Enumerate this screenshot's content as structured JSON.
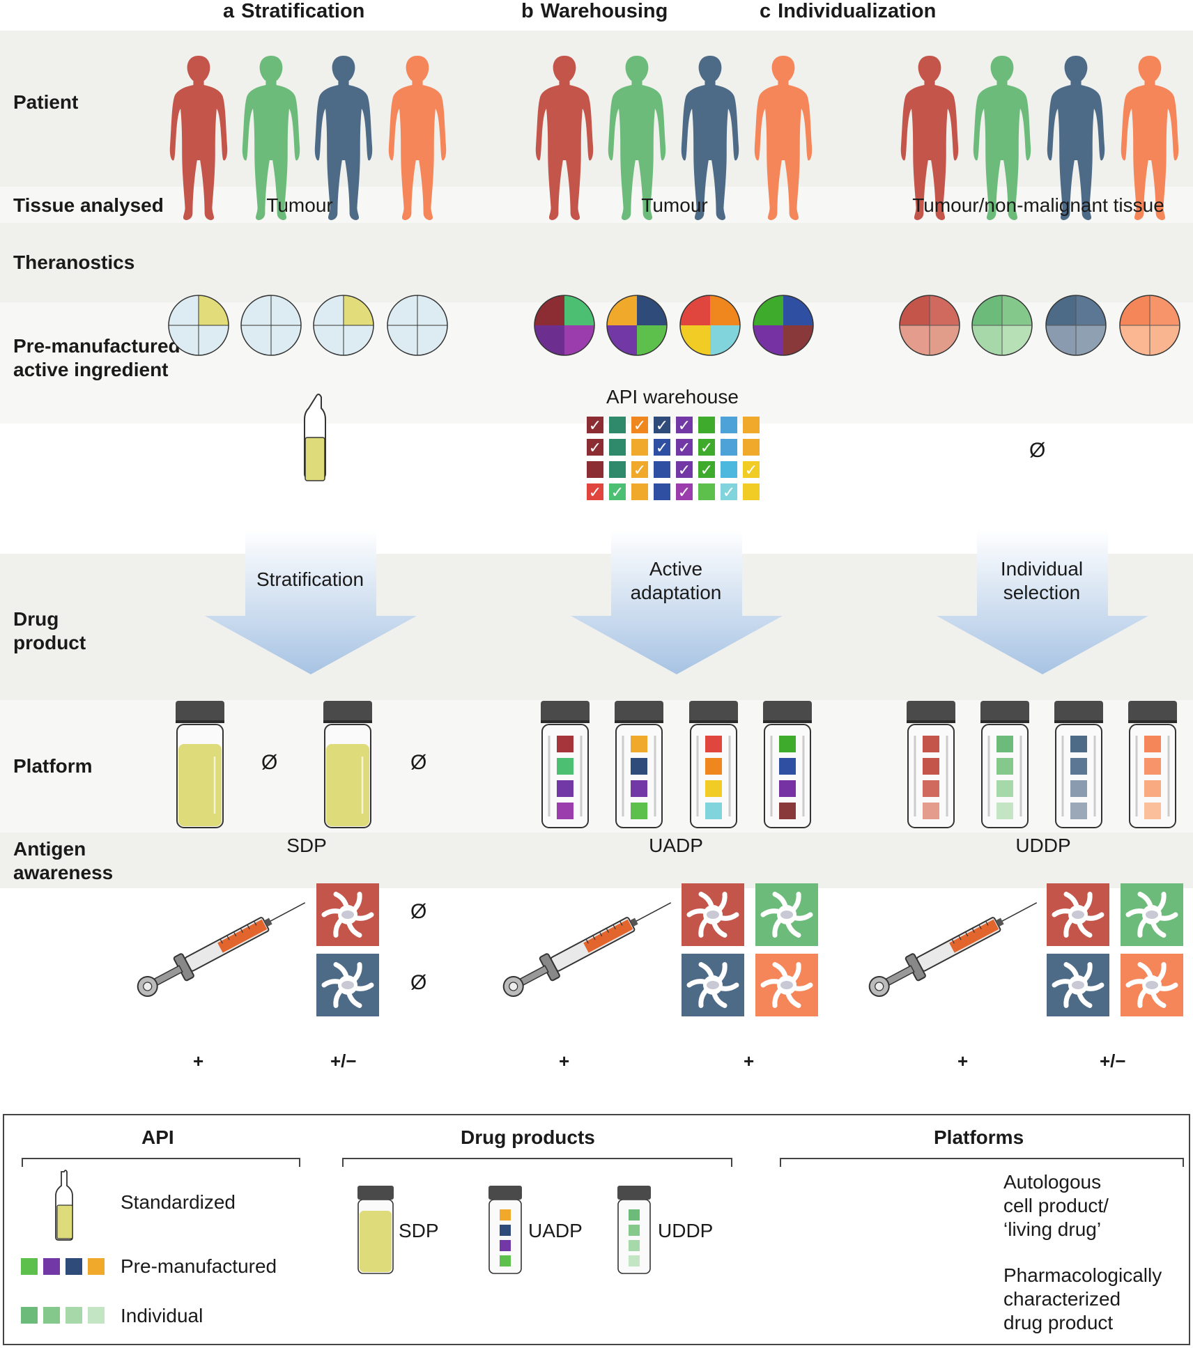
{
  "headers": [
    {
      "letter": "a",
      "title": "Stratification"
    },
    {
      "letter": "b",
      "title": "Warehousing"
    },
    {
      "letter": "c",
      "title": "Individualization"
    }
  ],
  "rows": {
    "patient": "Patient",
    "tissue": "Tissue analysed",
    "theranostics": "Theranostics",
    "api": "Pre-manufactured\nactive ingredient",
    "drug": "Drug\nproduct",
    "platform": "Platform",
    "antigen": "Antigen\nawareness"
  },
  "tissue": [
    "Tumour",
    "Tumour",
    "Tumour/non-malignant tissue"
  ],
  "api_warehouse_label": "API warehouse",
  "null_symbol": "Ø",
  "arrows": [
    "Stratification",
    "Active\nadaptation",
    "Individual\nselection"
  ],
  "drug_labels": [
    "SDP",
    "UADP",
    "UDDP"
  ],
  "antigen_values": [
    "+",
    "+/−",
    "+",
    "+",
    "+",
    "+/−"
  ],
  "colors": {
    "red": "#c4554a",
    "green": "#6dbb7a",
    "blue": "#4d6a87",
    "orange": "#f5865a",
    "band": "#f0f0ed",
    "vial_liquid": "#dedb7a",
    "check": "✓"
  },
  "legend": {
    "api_title": "API",
    "drug_title": "Drug products",
    "platform_title": "Platforms",
    "standardized": "Standardized",
    "premanufactured": "Pre-manufactured",
    "individual": "Individual",
    "sdp": "SDP",
    "uadp": "UADP",
    "uddp": "UDDP",
    "autologous": "Autologous\ncell product/\n‘living drug’",
    "pharma": "Pharmacologically\ncharacterized\ndrug product"
  }
}
